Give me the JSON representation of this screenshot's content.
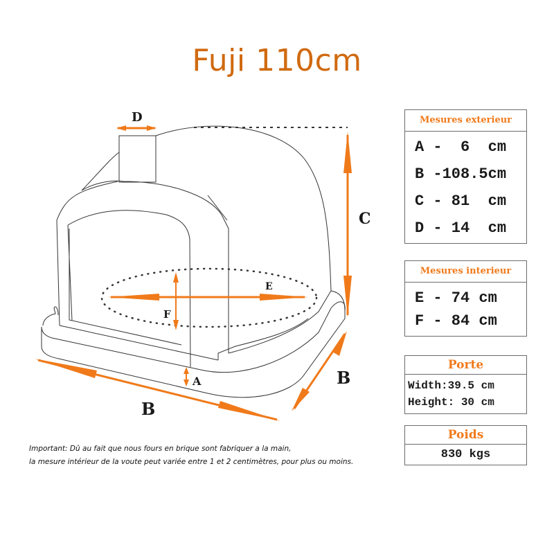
{
  "title": "Fuji 110cm",
  "colors": {
    "title": "#d06a10",
    "arrow": "#f07a1a",
    "header_text": "#f07a1a",
    "outline": "#333333",
    "box_border": "#6b6b6b"
  },
  "diagram_labels": {
    "A": "A",
    "B_front": "B",
    "B_side": "B",
    "C": "C",
    "D": "D",
    "E": "E",
    "F": "F"
  },
  "exterior": {
    "header": "Mesures exterieur",
    "rows": [
      "A -  6  cm",
      "B -108.5cm",
      "C - 81  cm",
      "D - 14  cm"
    ]
  },
  "interior": {
    "header": "Mesures interieur",
    "rows": [
      "E - 74 cm",
      "F - 84 cm"
    ]
  },
  "door": {
    "header": "Porte",
    "rows": [
      "Width:39.5 cm",
      "Height: 30 cm"
    ]
  },
  "weight": {
    "header": "Poids",
    "rows": [
      "830 kgs"
    ]
  },
  "note": {
    "line1": "Important: Dû au fait que nous fours en brique sont fabriquer a la main,",
    "line2": "la mesure intérieur de la voute peut variée entre 1 et 2 centimètres, pour plus ou moins."
  }
}
